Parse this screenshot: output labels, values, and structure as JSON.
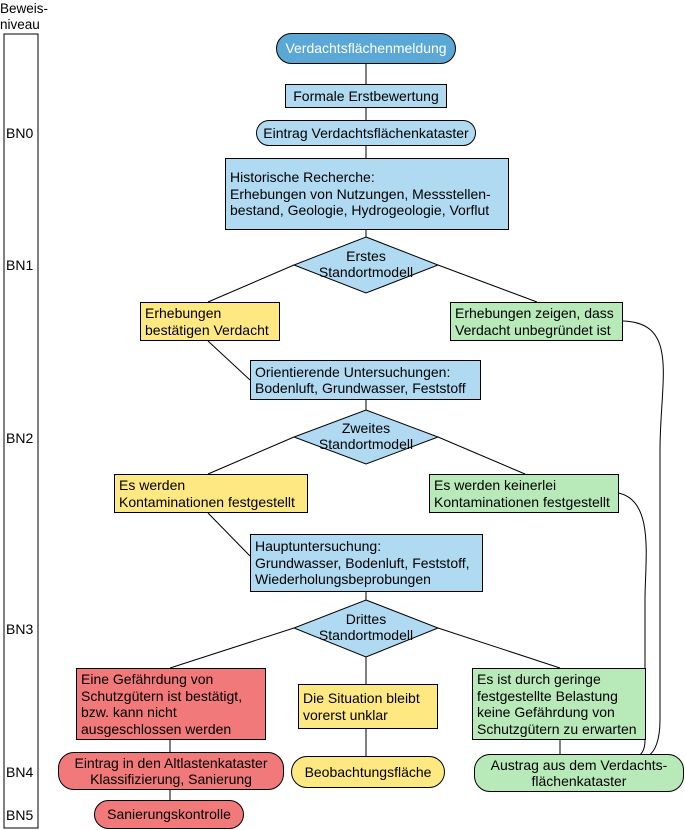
{
  "sidebar": {
    "title_lines": [
      "Beweis-",
      "niveau"
    ],
    "levels": [
      "BN0",
      "BN1",
      "BN2",
      "BN3",
      "BN4",
      "BN5"
    ]
  },
  "nodes": {
    "start": [
      "Verdachtsflächenmeldung"
    ],
    "formal": [
      "Formale Erstbewertung"
    ],
    "kataster": [
      "Eintrag Verdachtsflächenkataster"
    ],
    "historisch": [
      "Historische Recherche:",
      "Erhebungen von Nutzungen, Messstellen-",
      "bestand, Geologie, Hydrogeologie, Vorflut"
    ],
    "decision1": [
      "Erstes",
      "Standortmodell"
    ],
    "bestaetigt": [
      "Erhebungen",
      "bestätigen Verdacht"
    ],
    "unbegruendet": [
      "Erhebungen zeigen, dass",
      "Verdacht unbegründet ist"
    ],
    "orientierend": [
      "Orientierende Untersuchungen:",
      "Bodenluft, Grundwasser, Feststoff"
    ],
    "decision2": [
      "Zweites",
      "Standortmodell"
    ],
    "kont_ja": [
      "Es werden",
      "Kontaminationen festgestellt"
    ],
    "kont_nein": [
      "Es werden keinerlei",
      "Kontaminationen festgestellt"
    ],
    "haupt": [
      "Hauptuntersuchung:",
      "Grundwasser, Bodenluft, Feststoff,",
      "Wiederholungsbeprobungen"
    ],
    "decision3": [
      "Drittes",
      "Standortmodell"
    ],
    "gefaehrdung": [
      "Eine Gefährdung von",
      "Schutzgütern ist bestätigt,",
      "bzw. kann nicht",
      "ausgeschlossen werden"
    ],
    "unklar": [
      "Die Situation bleibt",
      "vorerst unklar"
    ],
    "keine_gef": [
      "Es ist durch geringe",
      "festgestellte Belastung",
      "keine Gefährdung von",
      "Schutzgütern zu erwarten"
    ],
    "altlasten": [
      "Eintrag in den Altlastenkataster",
      "Klassifizierung, Sanierung"
    ],
    "beobachtung": [
      "Beobachtungsfläche"
    ],
    "austrag": [
      "Austrag aus dem Verdachts-",
      "flächenkataster"
    ],
    "sanierung": [
      "Sanierungskontrolle"
    ]
  },
  "colors": {
    "dark_blue": "#5ba7d5",
    "light_blue": "#b0daf1",
    "yellow": "#fde881",
    "green": "#b8e9b9",
    "red": "#f1797a"
  }
}
